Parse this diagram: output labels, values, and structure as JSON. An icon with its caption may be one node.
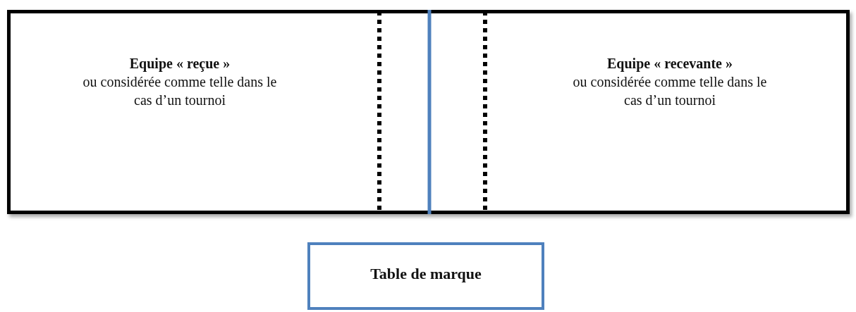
{
  "diagram": {
    "nodes": [
      {
        "text": [
          "**Equipe « reçue »** ou considérée comme telle dans le cas d’un tournoi",
          "**Equipe « recevante »** ou considérée comme telle dans le cas d’un tournoi"
        ]
      },
      {
        "text": [
          "Table de marque"
        ]
      }
    ]
  }
}
